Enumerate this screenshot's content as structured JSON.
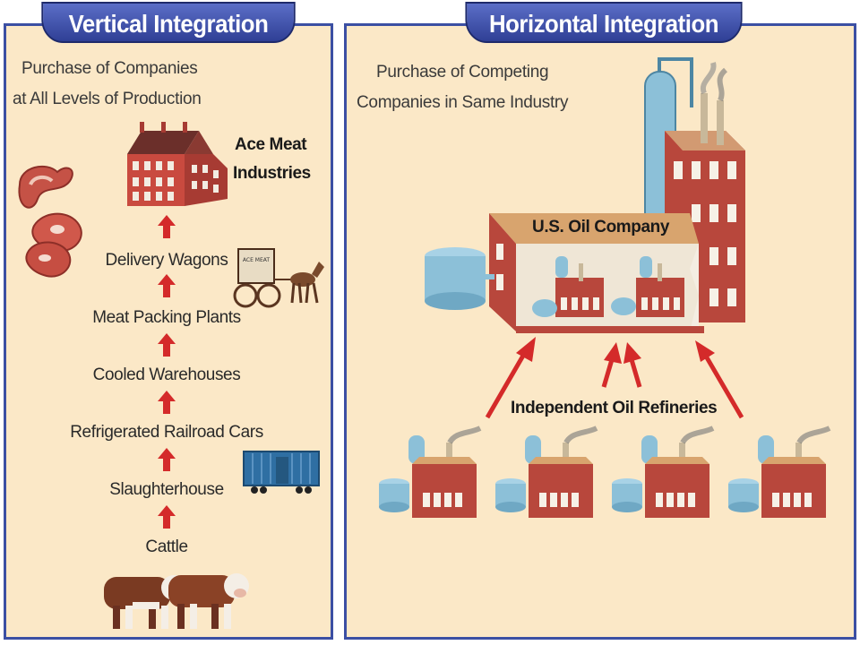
{
  "vertical": {
    "title": "Vertical Integration",
    "subtitle_line1": "Purchase of Companies",
    "subtitle_line2": "at All Levels of Production",
    "company_line1": "Ace Meat",
    "company_line2": "Industries",
    "steps": [
      "Delivery Wagons",
      "Meat Packing Plants",
      "Cooled Warehouses",
      "Refrigerated Railroad Cars",
      "Slaughterhouse",
      "Cattle"
    ],
    "wagon_sign": "ACE MEAT"
  },
  "horizontal": {
    "title": "Horizontal Integration",
    "subtitle_line1": "Purchase of Competing",
    "subtitle_line2": "Companies in Same Industry",
    "company": "U.S. Oil Company",
    "refineries_label": "Independent Oil Refineries"
  },
  "colors": {
    "panel_border": "#3b4fa3",
    "panel_bg": "#fbe8c7",
    "arrow_red": "#d42a2a",
    "building_red": "#b8473c"
  }
}
